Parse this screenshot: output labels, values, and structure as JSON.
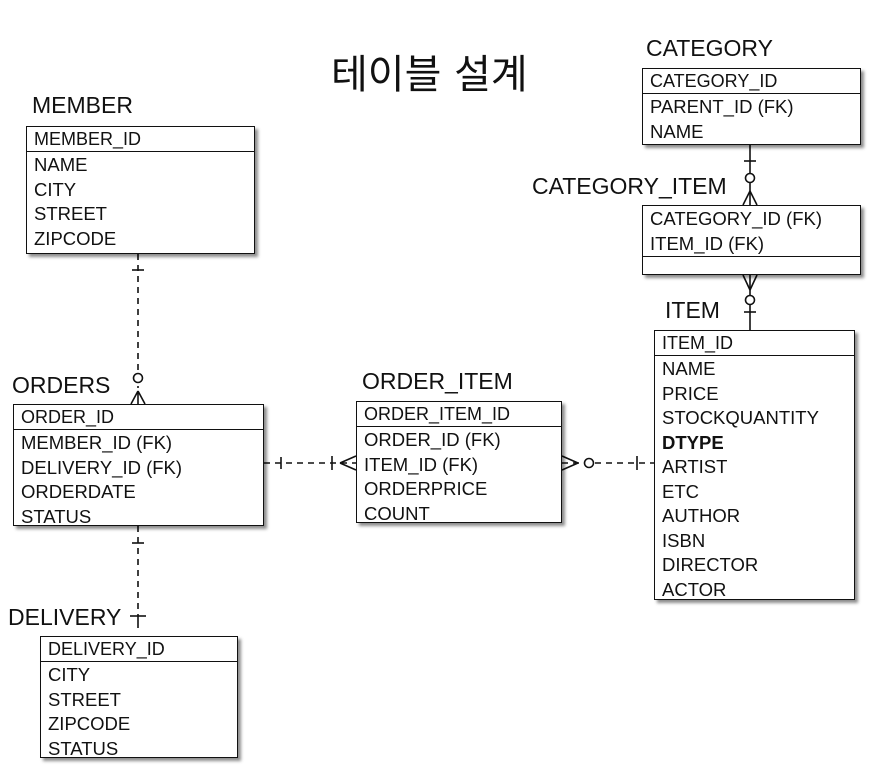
{
  "title": "테이블 설계",
  "entities": {
    "member": {
      "name": "MEMBER",
      "pk": "MEMBER_ID",
      "attributes": [
        "NAME",
        "CITY",
        "STREET",
        "ZIPCODE"
      ]
    },
    "orders": {
      "name": "ORDERS",
      "pk": "ORDER_ID",
      "attributes": [
        "MEMBER_ID (FK)",
        "DELIVERY_ID (FK)",
        "ORDERDATE",
        "STATUS"
      ]
    },
    "delivery": {
      "name": "DELIVERY",
      "pk": "DELIVERY_ID",
      "attributes": [
        "CITY",
        "STREET",
        "ZIPCODE",
        "STATUS"
      ]
    },
    "order_item": {
      "name": "ORDER_ITEM",
      "pk": "ORDER_ITEM_ID",
      "attributes": [
        "ORDER_ID (FK)",
        "ITEM_ID (FK)",
        "ORDERPRICE",
        "COUNT"
      ]
    },
    "category": {
      "name": "CATEGORY",
      "pk": "CATEGORY_ID",
      "attributes": [
        "PARENT_ID (FK)",
        "NAME"
      ]
    },
    "category_item": {
      "name": "CATEGORY_ITEM",
      "keys": [
        "CATEGORY_ID (FK)",
        "ITEM_ID (FK)"
      ]
    },
    "item": {
      "name": "ITEM",
      "pk": "ITEM_ID",
      "attributes": [
        "NAME",
        "PRICE",
        "STOCKQUANTITY",
        "DTYPE",
        "ARTIST",
        "ETC",
        "AUTHOR",
        "ISBN",
        "DIRECTOR",
        "ACTOR"
      ]
    }
  },
  "relationships": [
    {
      "from": "MEMBER",
      "to": "ORDERS",
      "from_end": "one",
      "to_end": "zero-or-many"
    },
    {
      "from": "ORDERS",
      "to": "DELIVERY",
      "from_end": "one",
      "to_end": "one"
    },
    {
      "from": "ORDERS",
      "to": "ORDER_ITEM",
      "from_end": "one",
      "to_end": "one-or-many"
    },
    {
      "from": "ITEM",
      "to": "ORDER_ITEM",
      "from_end": "one",
      "to_end": "zero-or-many"
    },
    {
      "from": "CATEGORY",
      "to": "CATEGORY_ITEM",
      "from_end": "one",
      "to_end": "zero-or-many"
    },
    {
      "from": "ITEM",
      "to": "CATEGORY_ITEM",
      "from_end": "one",
      "to_end": "zero-or-many"
    }
  ]
}
